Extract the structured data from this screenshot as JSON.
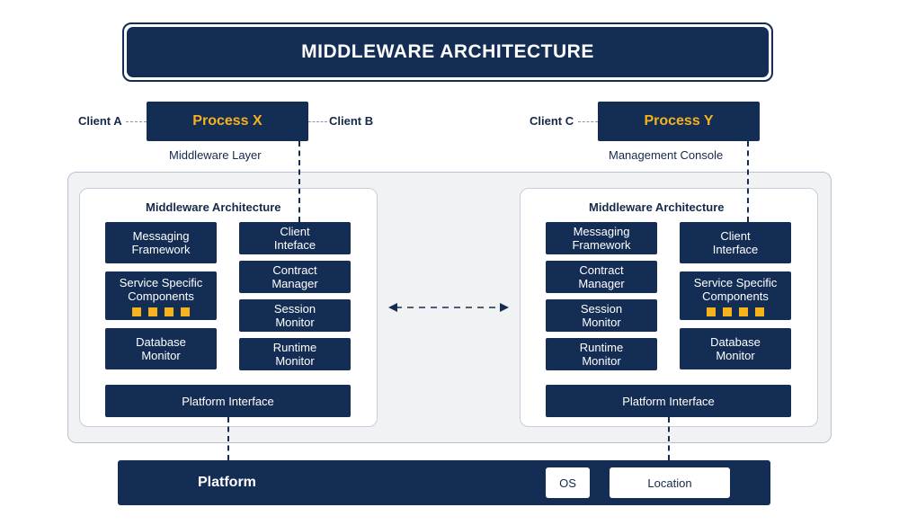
{
  "title": "MIDDLEWARE ARCHITECTURE",
  "process_x": {
    "label": "Process X",
    "client_left": "Client A",
    "client_right": "Client B",
    "caption": "Middleware Layer"
  },
  "process_y": {
    "label": "Process Y",
    "client_left": "Client C",
    "caption": "Management Console"
  },
  "left_card": {
    "title": "Middleware Architecture",
    "messaging": [
      "Messaging",
      "Framework"
    ],
    "client_interface": [
      "Client",
      "Inteface"
    ],
    "service_specific": [
      "Service Specific",
      "Components"
    ],
    "contract_manager": [
      "Contract",
      "Manager"
    ],
    "session_monitor": [
      "Session",
      "Monitor"
    ],
    "database_monitor": [
      "Database",
      "Monitor"
    ],
    "runtime_monitor": [
      "Runtime",
      "Monitor"
    ],
    "platform_interface": "Platform Interface"
  },
  "right_card": {
    "title": "Middleware Architecture",
    "messaging": [
      "Messaging",
      "Framework"
    ],
    "client_interface": [
      "Client",
      "Interface"
    ],
    "contract_manager": [
      "Contract",
      "Manager"
    ],
    "service_specific": [
      "Service Specific",
      "Components"
    ],
    "session_monitor": [
      "Session",
      "Monitor"
    ],
    "runtime_monitor": [
      "Runtime",
      "Monitor"
    ],
    "database_monitor": [
      "Database",
      "Monitor"
    ],
    "platform_interface": "Platform Interface"
  },
  "platform": {
    "label": "Platform",
    "os": "OS",
    "location": "Location"
  },
  "colors": {
    "navy": "#142d55",
    "accent": "#f5b21c",
    "region_bg": "#f1f2f4"
  }
}
